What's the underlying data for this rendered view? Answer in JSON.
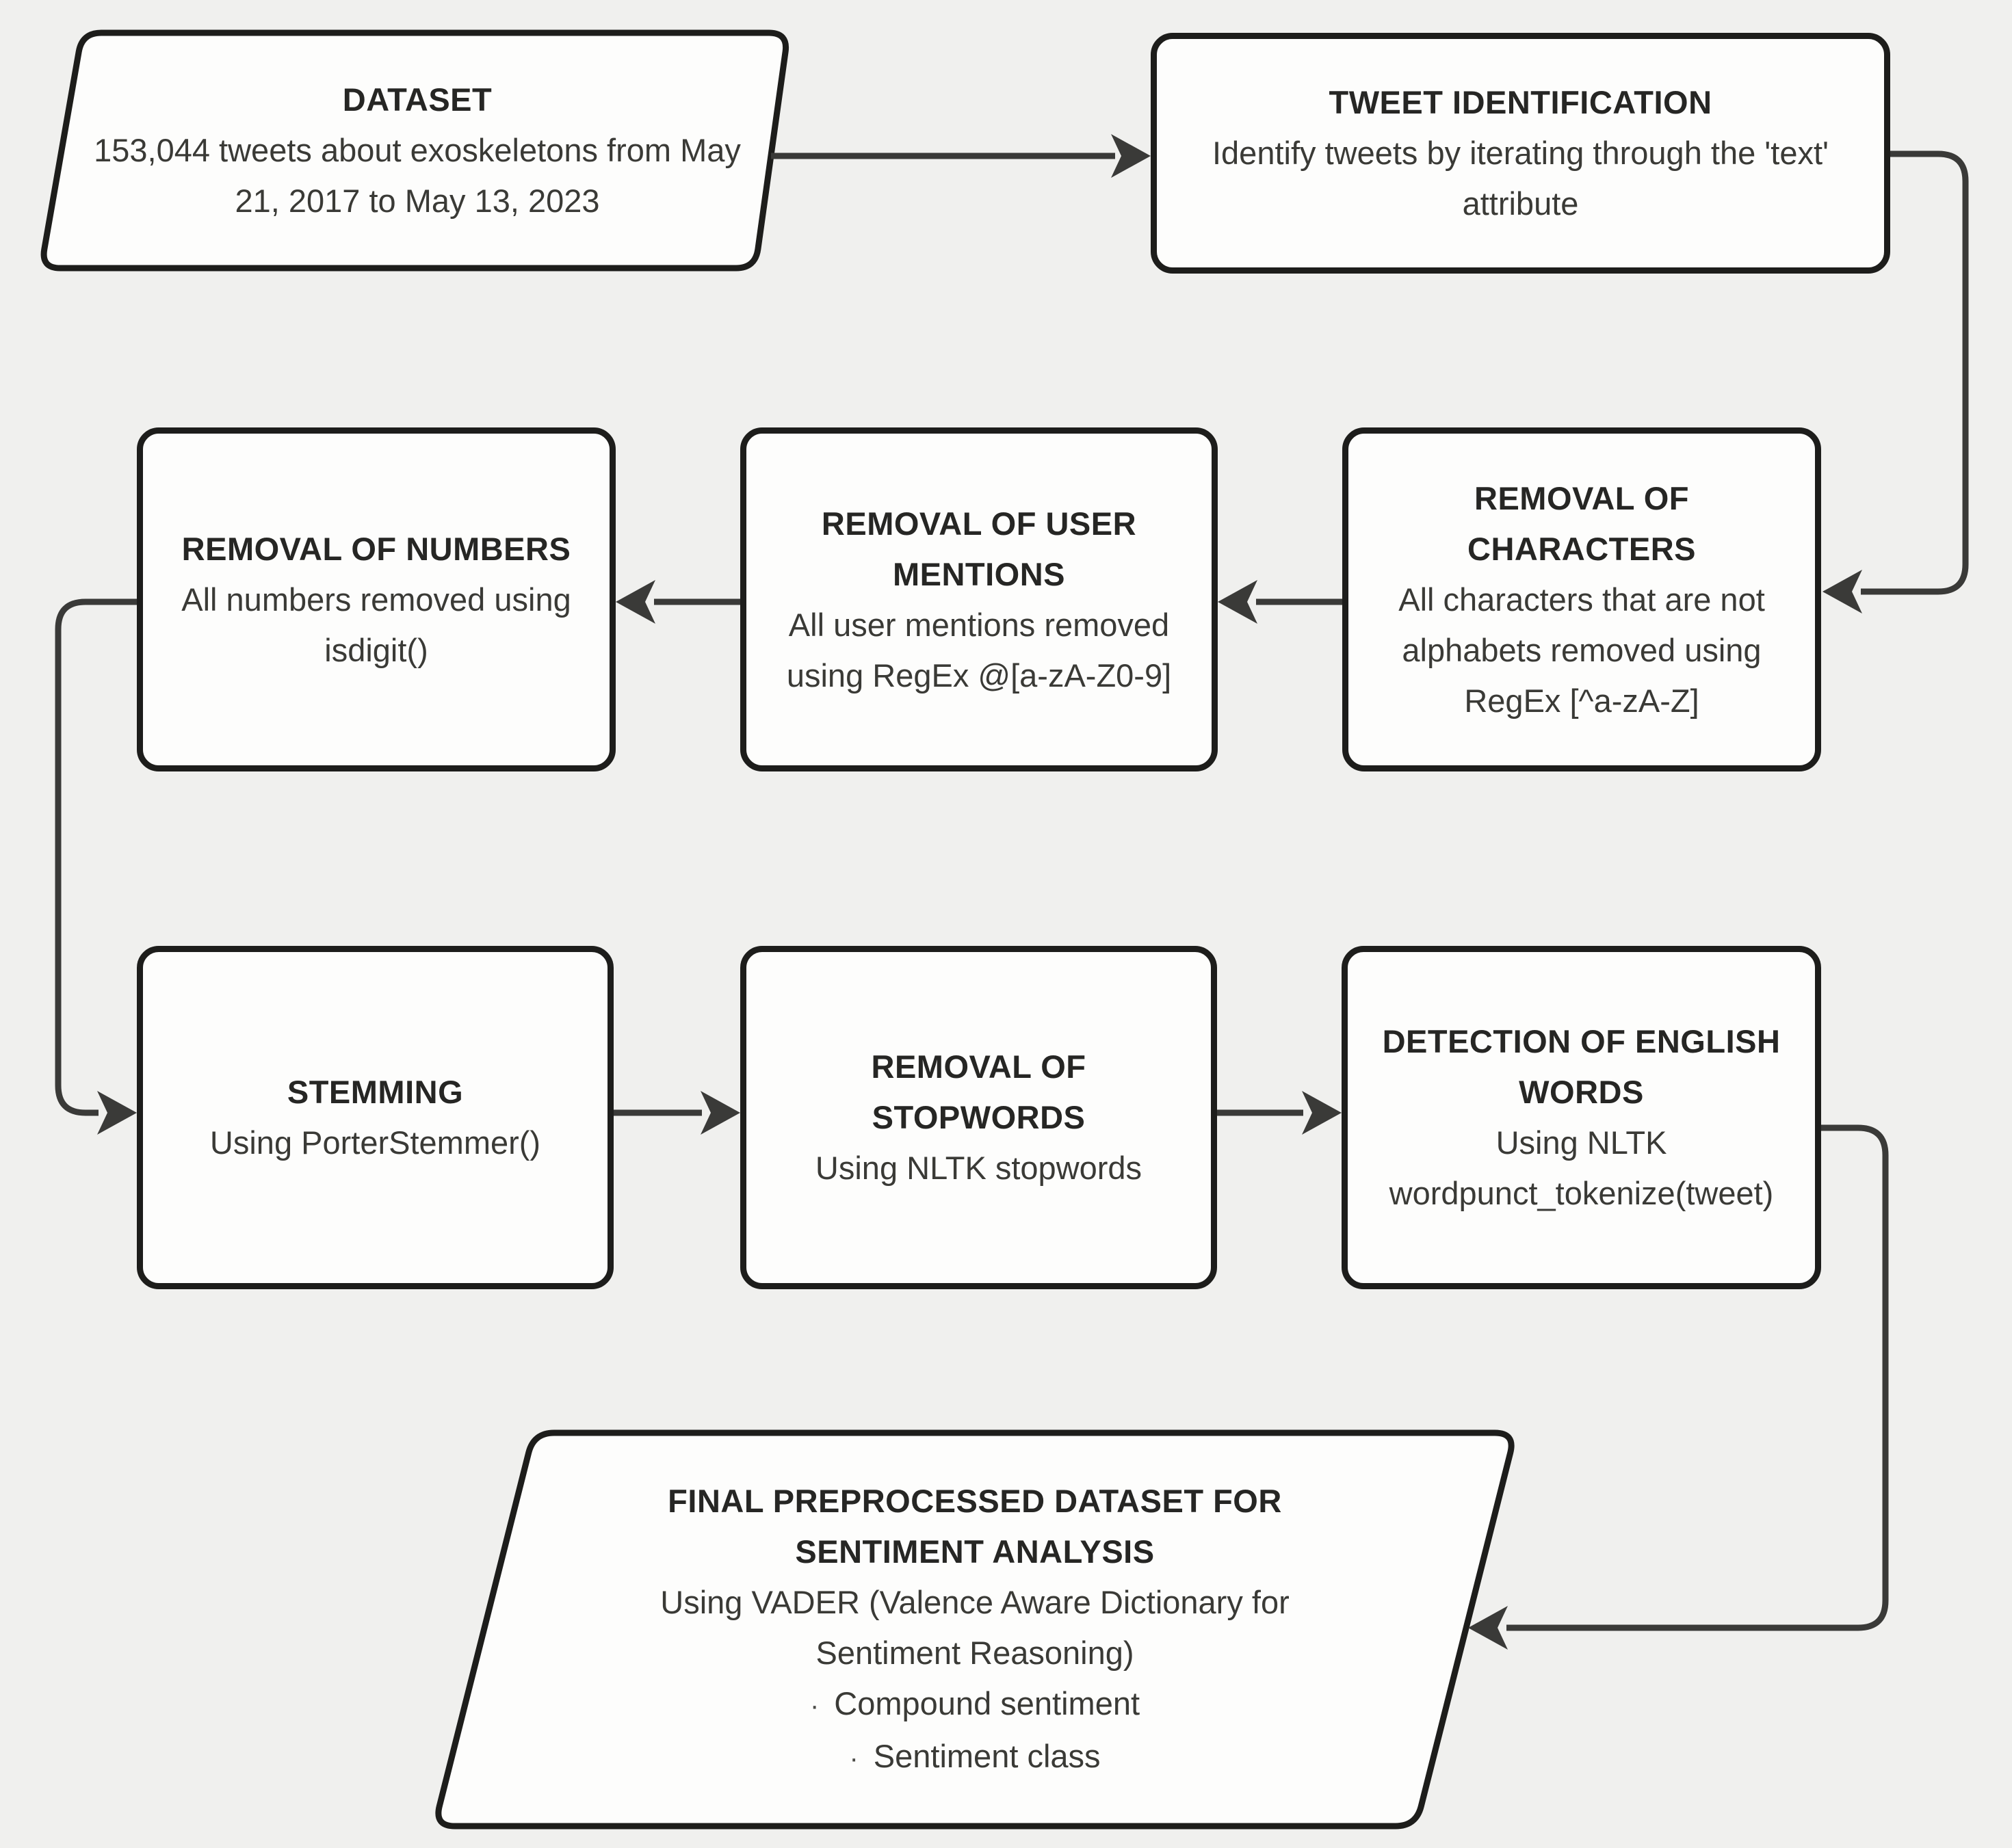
{
  "diagram": {
    "background_color": "#f0f0ee",
    "box_fill_color": "#fdfdfc",
    "border_color": "#1d1d1b",
    "connector_color": "#3a3a38",
    "nodes": {
      "dataset": {
        "shape": "parallelogram",
        "title": "DATASET",
        "body": "153,044 tweets about exoskeletons from May 21, 2017 to May 13, 2023"
      },
      "tweet_identification": {
        "shape": "rounded-rectangle",
        "title": "TWEET IDENTIFICATION",
        "body": "Identify tweets by iterating through the 'text' attribute"
      },
      "removal_of_characters": {
        "shape": "rounded-rectangle",
        "title": "REMOVAL OF CHARACTERS",
        "body": "All characters that are not alphabets removed using RegEx [^a-zA-Z]"
      },
      "removal_of_user_mentions": {
        "shape": "rounded-rectangle",
        "title": "REMOVAL OF USER MENTIONS",
        "body": "All user mentions removed using RegEx @[a-zA-Z0-9]"
      },
      "removal_of_numbers": {
        "shape": "rounded-rectangle",
        "title": "REMOVAL OF NUMBERS",
        "body": "All numbers removed using isdigit()"
      },
      "stemming": {
        "shape": "rounded-rectangle",
        "title": "STEMMING",
        "body": "Using PorterStemmer()"
      },
      "removal_of_stopwords": {
        "shape": "rounded-rectangle",
        "title": "REMOVAL OF STOPWORDS",
        "body": "Using NLTK stopwords"
      },
      "detection_of_english_words": {
        "shape": "rounded-rectangle",
        "title": "DETECTION OF ENGLISH WORDS",
        "body": "Using NLTK wordpunct_tokenize(tweet)"
      },
      "final_dataset": {
        "shape": "parallelogram",
        "title": "FINAL PREPROCESSED DATASET FOR SENTIMENT ANALYSIS",
        "body": "Using VADER (Valence Aware Dictionary for Sentiment Reasoning)",
        "bullet_glyph": "·",
        "bullets": [
          "Compound sentiment",
          "Sentiment class"
        ]
      }
    },
    "edges": [
      {
        "from": "dataset",
        "to": "tweet_identification"
      },
      {
        "from": "tweet_identification",
        "to": "removal_of_characters"
      },
      {
        "from": "removal_of_characters",
        "to": "removal_of_user_mentions"
      },
      {
        "from": "removal_of_user_mentions",
        "to": "removal_of_numbers"
      },
      {
        "from": "removal_of_numbers",
        "to": "stemming"
      },
      {
        "from": "stemming",
        "to": "removal_of_stopwords"
      },
      {
        "from": "removal_of_stopwords",
        "to": "detection_of_english_words"
      },
      {
        "from": "detection_of_english_words",
        "to": "final_dataset"
      }
    ]
  }
}
